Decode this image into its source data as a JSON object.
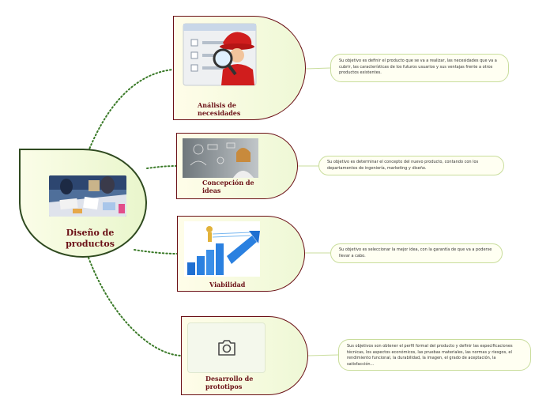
{
  "center": {
    "title": "Diseño de productos"
  },
  "branches": [
    {
      "label": "Análisis de necesidades",
      "image": "magnifier-inspector-icon",
      "description": "Su objetivo es definir el producto que se va a realizar, las necesidades que va a cubrir, las características de los futuros usuarios y sus ventajas frente a otros productos existentes."
    },
    {
      "label": "Concepción de ideas",
      "image": "woman-thinking-icon",
      "description": "Su objetivo es determinar el concepto del nuevo producto, contando con los departamentos de ingeniería, marketing y diseño."
    },
    {
      "label": "Viabilidad",
      "image": "growth-stairs-icon",
      "description": "Su objetivo es seleccionar la mejor idea, con la garantía de que va a poderse llevar a cabo."
    },
    {
      "label": "Desarrollo de prototipos",
      "image": "camera-icon",
      "description": "Sus objetivos son obtener el perfil formal del producto y definir las especificaciones técnicas, los aspectos económicos, las pruebas materiales, las normas y riesgos, el rendimiento funcional, la durabilidad, la imagen, el grado de aceptación, la satisfacción..."
    }
  ],
  "colors": {
    "border": "#6b1016",
    "link": "#3a7a28",
    "label": "#6b1016"
  }
}
